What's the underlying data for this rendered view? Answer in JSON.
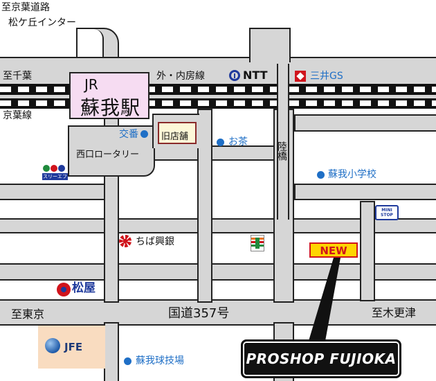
{
  "labels": {
    "to_keiyo_road": "至京葉道路",
    "matsugaoka_ic": "松ケ丘インター",
    "to_chiba": "至千葉",
    "keiyo_line": "京葉線",
    "uchibo_line": "外・内房線",
    "station_line": "JR",
    "station_name": "蘇我駅",
    "ntt": "NTT",
    "mitsui_gs": "三井GS",
    "koban": "交番",
    "old_store": "旧店舗",
    "ocha": "お茶",
    "west_rotary": "西口ロータリー",
    "rikkyo": "陸橋",
    "soga_elementary": "蘇我小学校",
    "chiba_kogin": "ちば興銀",
    "matsuya": "松屋",
    "route_357": "国道357号",
    "to_tokyo": "至東京",
    "to_kisarazu": "至木更津",
    "jfe": "JFE",
    "soga_stadium": "蘇我球技場",
    "new_badge": "NEW",
    "proshop": "PROSHOP FUJIOKA",
    "surieru": "スリーエフ",
    "ministop": "MINI STOP"
  },
  "colors": {
    "road_fill": "#d6d6d6",
    "station_fill": "#f6dcf2",
    "accent_blue": "#1f6fc6",
    "new_yellow": "#ffd400",
    "new_red": "#d0141c",
    "jfe_fill": "#f9dcc0"
  },
  "icons": {
    "ntt": "ntt-logo-icon",
    "mitsui": "mitsui-logo-icon",
    "threef": "three-f-logo-icon",
    "ministop": "ministop-logo-icon",
    "seven_eleven": "seven-eleven-logo-icon",
    "chiba_kogin": "flower-icon",
    "matsuya": "matsuya-logo-icon",
    "jfe": "jfe-globe-icon"
  }
}
